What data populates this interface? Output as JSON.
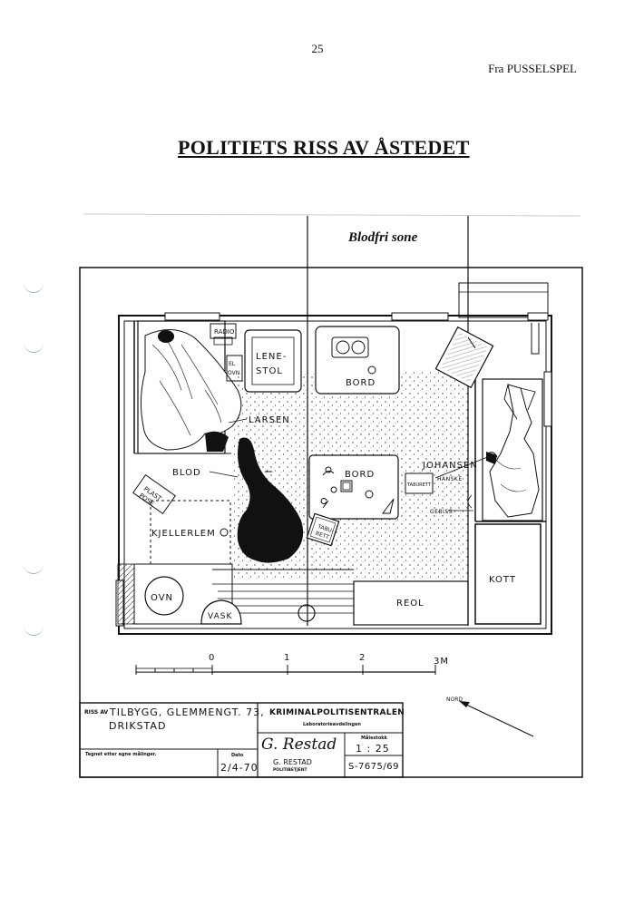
{
  "page": {
    "page_number": "25",
    "source": "Fra PUSSELSPEL",
    "title": "POLITIETS RISS AV ÅSTEDET",
    "zone_label": "Blodfri sone"
  },
  "plan_labels": {
    "radio": "RADIO",
    "el_ovn_1": "EL",
    "el_ovn_2": "OVN",
    "lenestol_1": "LENE-",
    "lenestol_2": "STOL",
    "bord_top": "BORD",
    "larsen": "LARSEN",
    "blod": "BLOD",
    "plastpose_1": "PLAST",
    "plastpose_2": "POSE",
    "kjellerlem": "KJELLERLEM",
    "ovn": "OVN",
    "vask": "VASK",
    "bord_center": "BORD",
    "taburett_1": "TABU-",
    "taburett_2": "RETT",
    "taburett_small": "TABURETT",
    "johansen": "JOHANSEN",
    "hanske": "HANSKE",
    "gebiss": "GEBISS",
    "kott": "KOTT",
    "reol": "REOL"
  },
  "scale_bar": {
    "ticks": [
      "0",
      "1",
      "2",
      "3M"
    ]
  },
  "north_label": "NORD",
  "title_block": {
    "riss_prefix": "RISS AV",
    "riss_line1": "TILBYGG, GLEMMENGT. 73,",
    "riss_line2": "DRIKSTAD",
    "note": "Tegnet etter egne målinger.",
    "dato_label": "Dato",
    "dato": "2/4-70",
    "agency": "KRIMINALPOLITISENTRALEN",
    "department": "Laboratorieavdelingen",
    "signature": "G. Restad",
    "signer_name": "G. RESTAD",
    "signer_title": "POLITIBETJENT",
    "malestokk_label": "Målestokk",
    "malestokk": "1 : 25",
    "case_number": "S-7675/69"
  }
}
